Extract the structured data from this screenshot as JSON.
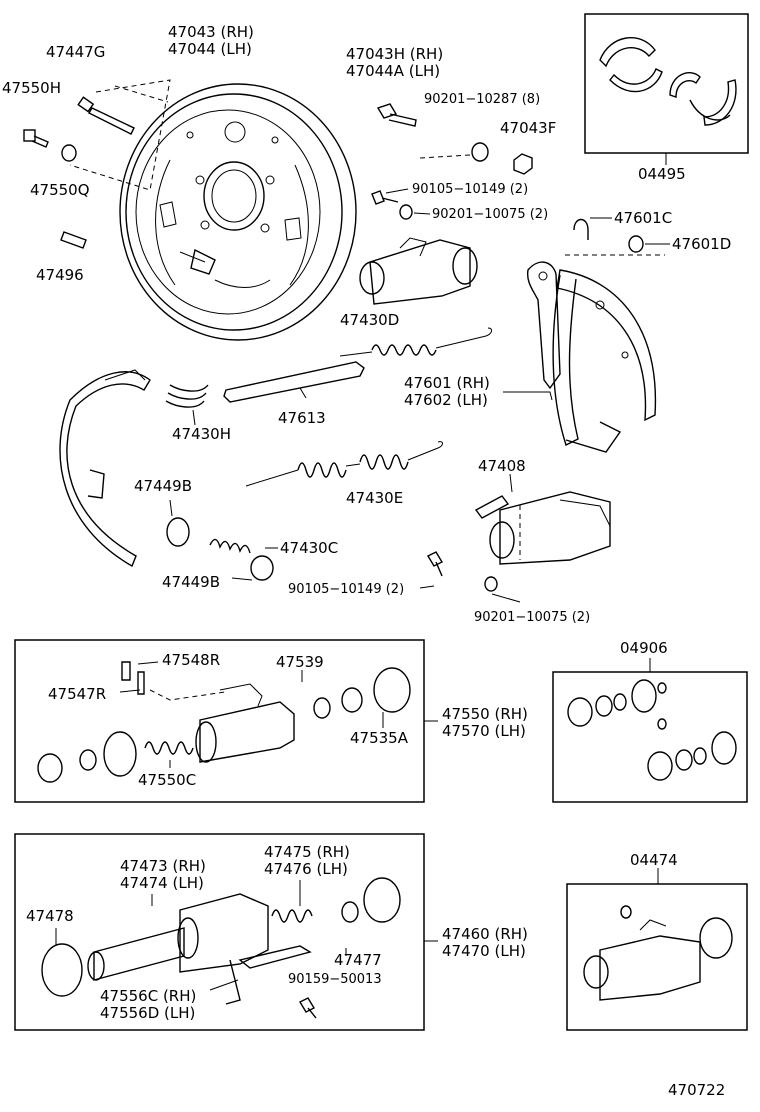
{
  "diagram_id": "470722",
  "callouts": {
    "p47447G": "47447G",
    "p47043": [
      "47043 (RH)",
      "47044 (LH)"
    ],
    "p47043H": [
      "47043H (RH)",
      "47044A (LH)"
    ],
    "p47550H": "47550H",
    "p47550Q": "47550Q",
    "p47496": "47496",
    "p90201_10287": "90201−10287 (8)",
    "p47043F": "47043F",
    "p90105_10149a": "90105−10149 (2)",
    "p90201_10075a": "90201−10075 (2)",
    "p47601C": "47601C",
    "p47601D": "47601D",
    "p04495": "04495",
    "p47430D": "47430D",
    "p47601": [
      "47601 (RH)",
      "47602 (LH)"
    ],
    "p47613": "47613",
    "p47430H": "47430H",
    "p47408": "47408",
    "p47449B_top": "47449B",
    "p47430E": "47430E",
    "p47430C": "47430C",
    "p47449B_bot": "47449B",
    "p90105_10149b": "90105−10149 (2)",
    "p90201_10075b": "90201−10075 (2)",
    "p47548R": "47548R",
    "p47539": "47539",
    "p47547R": "47547R",
    "p47535A": "47535A",
    "p47550C": "47550C",
    "p47550": [
      "47550 (RH)",
      "47570 (LH)"
    ],
    "p04906": "04906",
    "p47473": [
      "47473 (RH)",
      "47474 (LH)"
    ],
    "p47475": [
      "47475 (RH)",
      "47476 (LH)"
    ],
    "p47478": "47478",
    "p47477": "47477",
    "p47460": [
      "47460 (RH)",
      "47470 (LH)"
    ],
    "p04474": "04474",
    "p47556C": [
      "47556C (RH)",
      "47556D (LH)"
    ],
    "p90159_50013": "90159−50013"
  }
}
